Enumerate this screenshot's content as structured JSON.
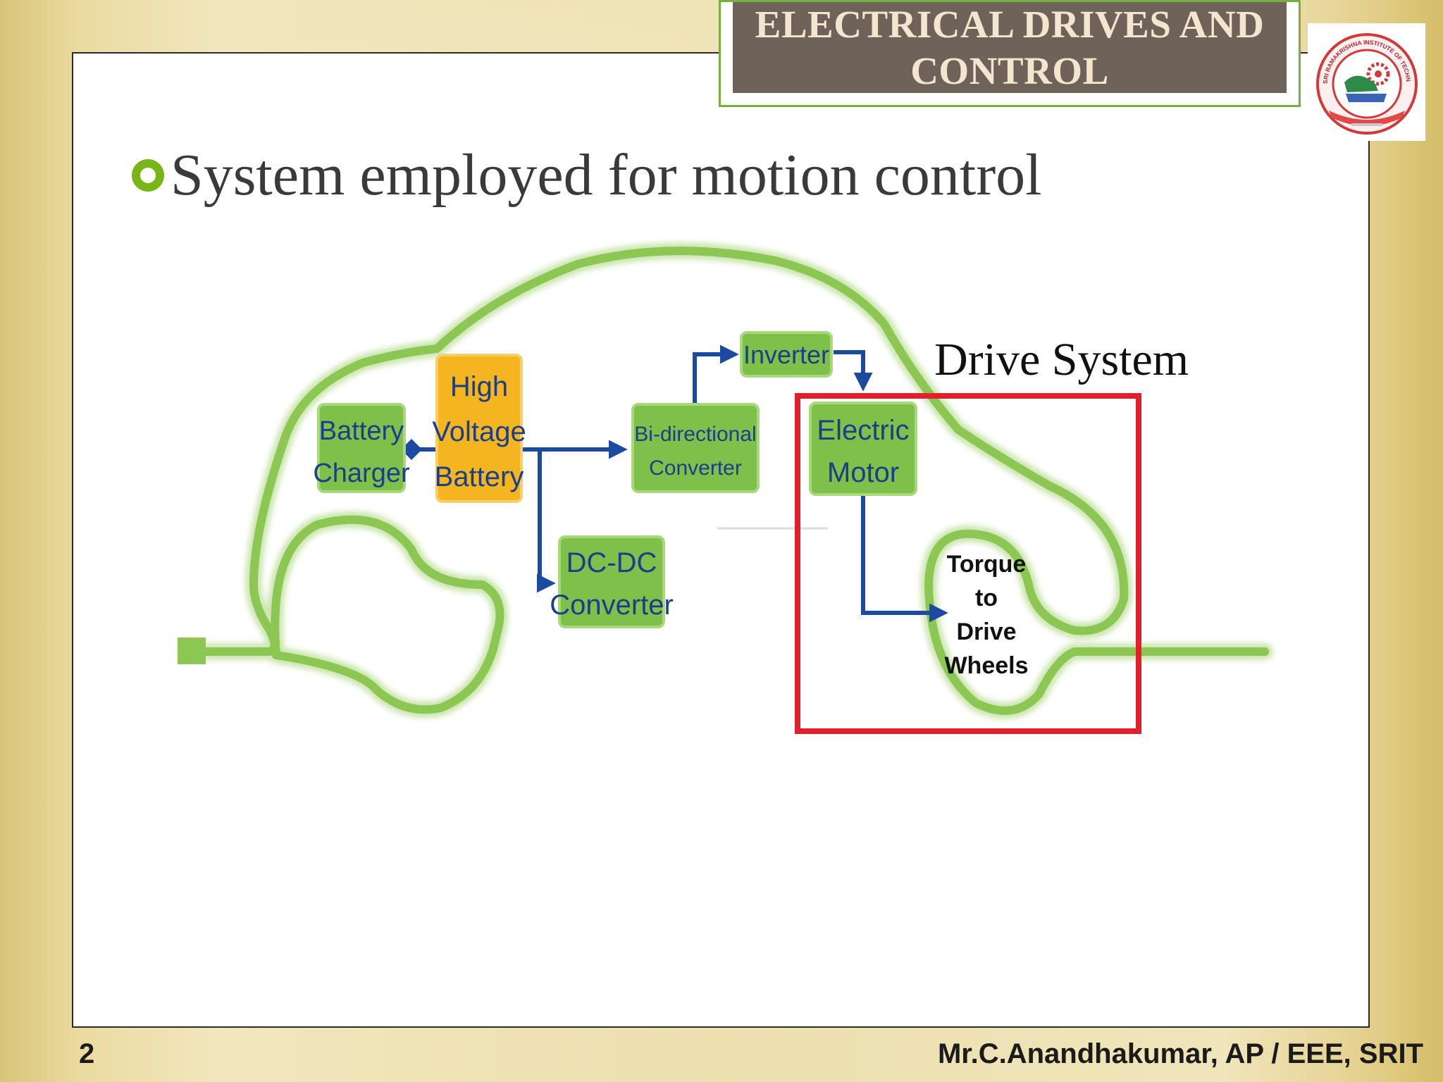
{
  "header": {
    "title_line1": "ELECTRICAL DRIVES AND",
    "title_line2": "CONTROL"
  },
  "logo": {
    "icon": "institute-logo-seal",
    "text": "SRI RAMAKRISHNA INSTITUTE OF TECHNOLOGY"
  },
  "bullet": {
    "icon": "ring-bullet-icon",
    "text": "System employed for motion control"
  },
  "diagram": {
    "blocks": {
      "battery_charger": [
        "Battery",
        "Charger"
      ],
      "high_voltage_battery": [
        "High",
        "Voltage",
        "Battery"
      ],
      "bidirectional_converter": [
        "Bi-directional",
        "Converter"
      ],
      "inverter": "Inverter",
      "electric_motor": [
        "Electric",
        "Motor"
      ],
      "dcdc_converter": [
        "DC-DC",
        "Converter"
      ],
      "torque_wheels": [
        "Torque",
        "to",
        "Drive",
        "Wheels"
      ]
    },
    "drive_system_label": "Drive System",
    "colors": {
      "block_green": "#7fc04a",
      "battery_orange": "#f5b521",
      "arrow_blue": "#1b4aa0",
      "outline_green": "#8cc653",
      "highlight_red": "#e0202c"
    }
  },
  "footer": {
    "page_number": "2",
    "author": "Mr.C.Anandhakumar, AP / EEE, SRIT"
  }
}
